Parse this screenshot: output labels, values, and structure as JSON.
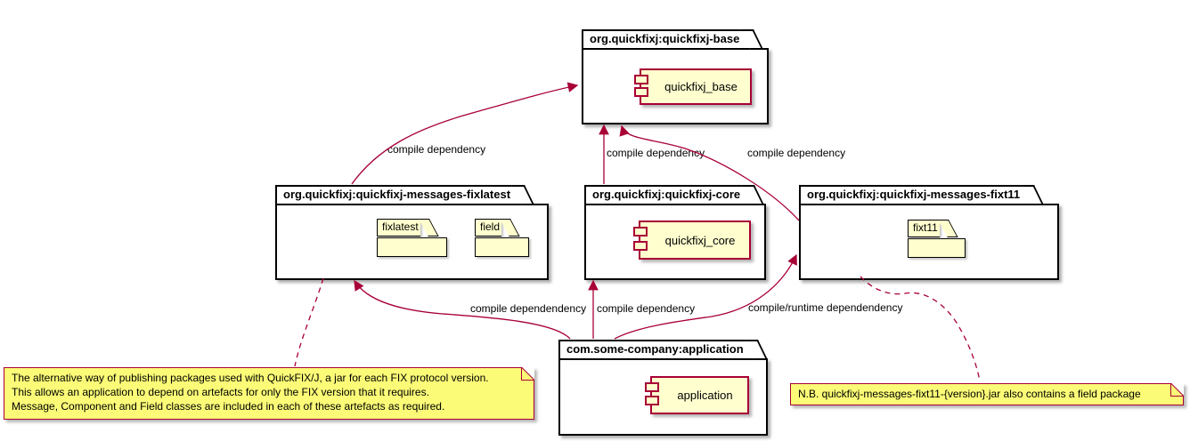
{
  "colors": {
    "accent": "#A80036",
    "shape_fill": "#FEFECE",
    "note_fill": "#FBFB77",
    "package_fill": "#FFFFFF",
    "outline": "#000000"
  },
  "packages": {
    "base": {
      "title": "org.quickfixj:quickfixj-base",
      "component": "quickfixj_base"
    },
    "messages_fixlatest": {
      "title": "org.quickfixj:quickfixj-messages-fixlatest",
      "folders": {
        "fixlatest": "fixlatest",
        "field": "field"
      }
    },
    "core": {
      "title": "org.quickfixj:quickfixj-core",
      "component": "quickfixj_core"
    },
    "messages_fixt11": {
      "title": "org.quickfixj:quickfixj-messages-fixt11",
      "folders": {
        "fixt11": "fixt11"
      }
    },
    "application": {
      "title": "com.some-company:application",
      "component": "application"
    }
  },
  "edges": {
    "fixlatest_to_base": "compile dependency",
    "core_to_base": "compile dependency",
    "fixt11_to_base": "compile dependency",
    "app_to_fixlatest": "compile dependendency",
    "app_to_core": "compile dependency",
    "app_to_fixt11": "compile/runtime dependendency"
  },
  "notes": {
    "left": {
      "line1": "The alternative way of publishing packages used with QuickFIX/J, a jar for each FIX protocol version.",
      "line2": "This allows an application to depend on artefacts for only the FIX version that it requires.",
      "line3": "Message, Component and Field classes are included in each of these artefacts as required."
    },
    "right": {
      "text": "N.B. quickfixj-messages-fixt11-{version}.jar also contains a field package"
    }
  }
}
